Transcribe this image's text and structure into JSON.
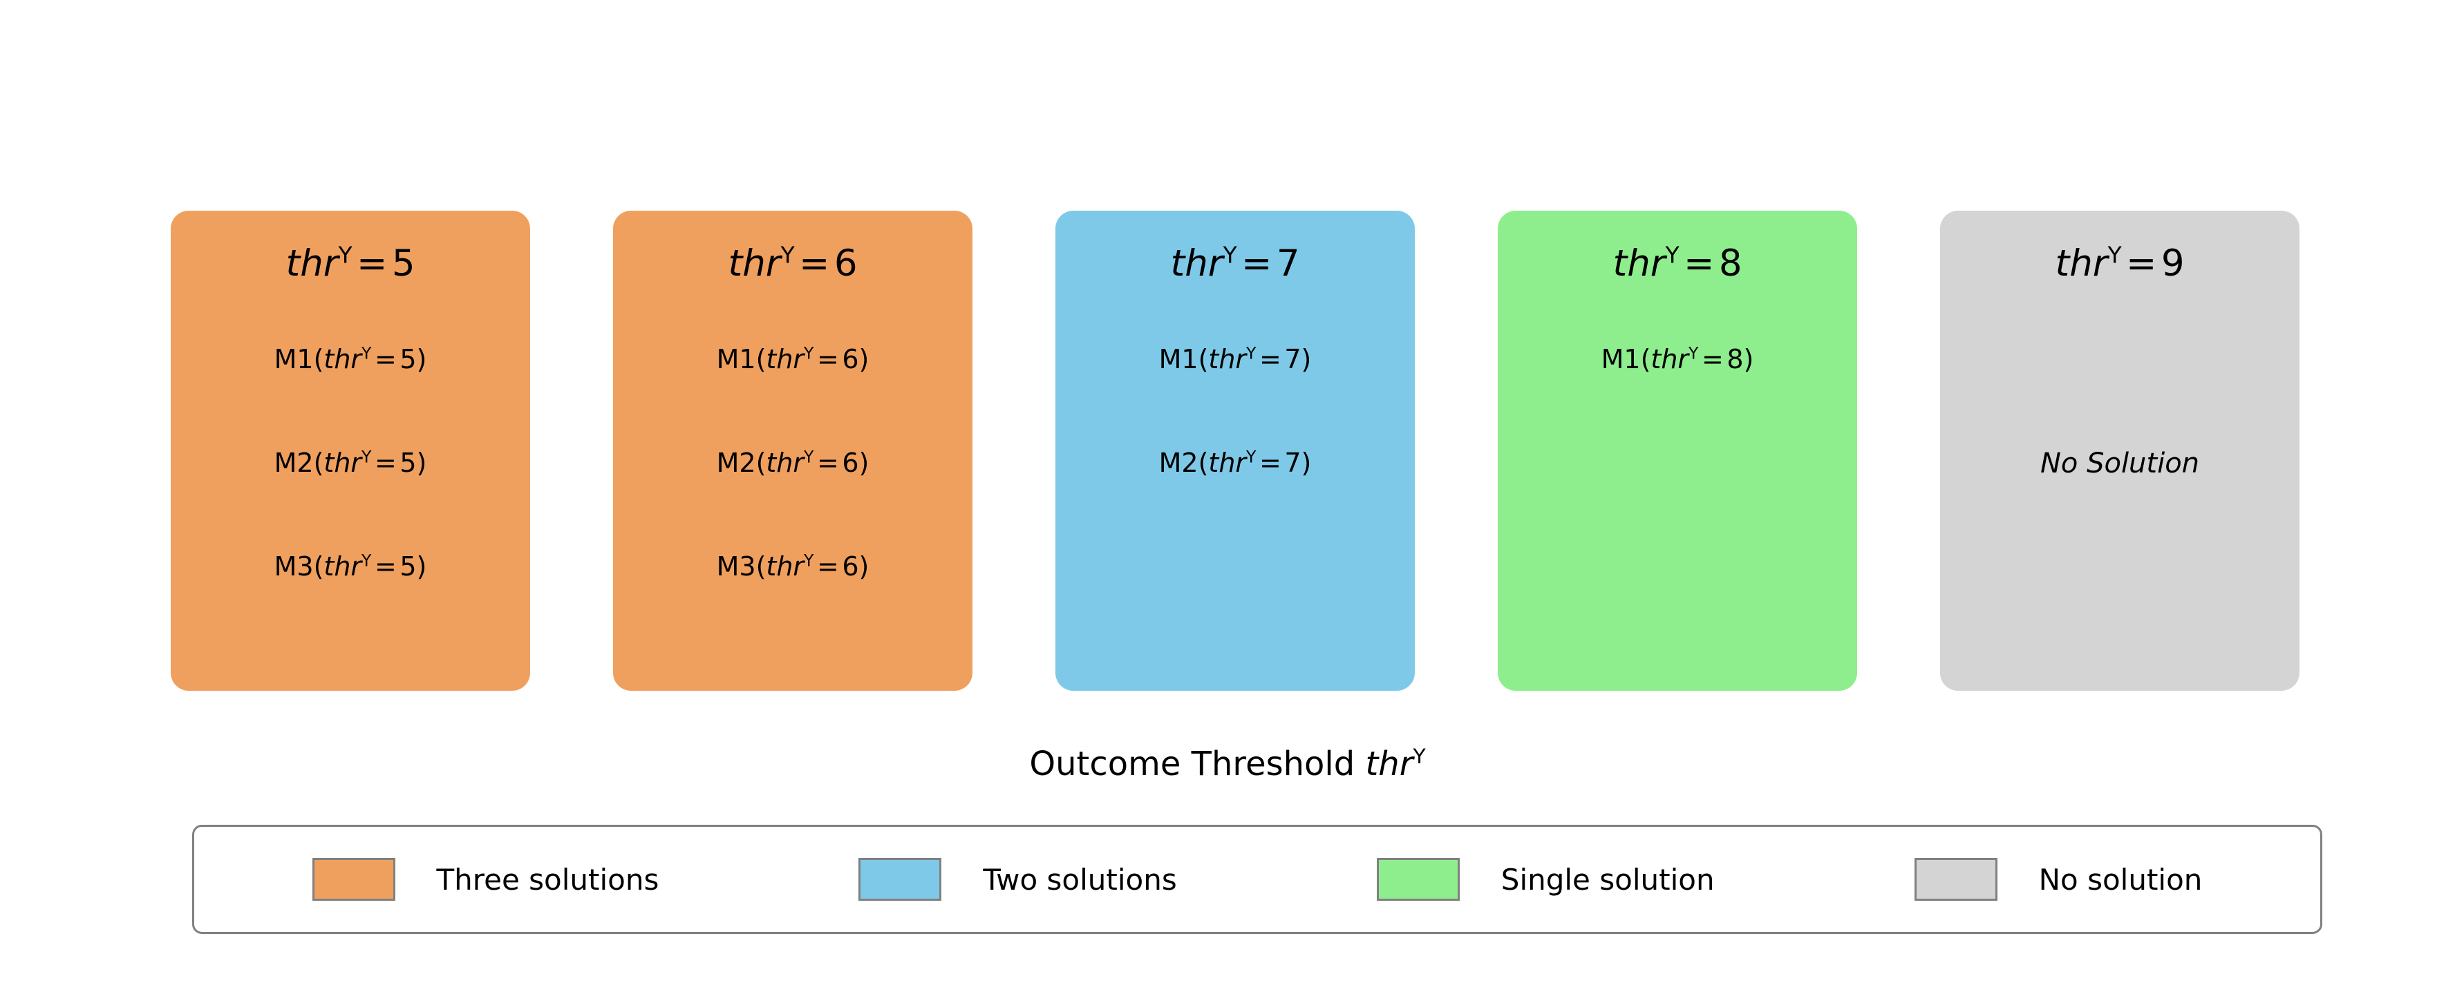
{
  "figure": {
    "axis_label": {
      "text": "Outcome Threshold ",
      "symbol": "thr",
      "superscript": "Y"
    },
    "symbol": "thr",
    "superscript": "Y",
    "equals": "=",
    "no_solution_text": "No Solution"
  },
  "chart_data": {
    "type": "table",
    "title": "",
    "xlabel": "Outcome Threshold thr^Y",
    "ylabel": "",
    "categories": [
      "thr^Y = 5",
      "thr^Y = 6",
      "thr^Y = 7",
      "thr^Y = 8",
      "thr^Y = 9"
    ],
    "values": [
      3,
      3,
      2,
      1,
      0
    ],
    "legend_position": "bottom",
    "grid": false,
    "columns": [
      {
        "index": 0,
        "threshold": 5,
        "title": "thr^Y = 5",
        "title_prefix": "thr",
        "title_sup": "Y",
        "title_value": "5",
        "solution_count": 3,
        "category": "Three solutions",
        "color": "#f0a05e",
        "items": [
          {
            "model": "M1",
            "label_prefix": "M1(",
            "label_sym": "thr",
            "label_sup": "Y",
            "label_value": "5",
            "label_suffix": ")"
          },
          {
            "model": "M2",
            "label_prefix": "M2(",
            "label_sym": "thr",
            "label_sup": "Y",
            "label_value": "5",
            "label_suffix": ")"
          },
          {
            "model": "M3",
            "label_prefix": "M3(",
            "label_sym": "thr",
            "label_sup": "Y",
            "label_value": "5",
            "label_suffix": ")"
          }
        ],
        "no_solution": false
      },
      {
        "index": 1,
        "threshold": 6,
        "title": "thr^Y = 6",
        "title_prefix": "thr",
        "title_sup": "Y",
        "title_value": "6",
        "solution_count": 3,
        "category": "Three solutions",
        "color": "#f0a05e",
        "items": [
          {
            "model": "M1",
            "label_prefix": "M1(",
            "label_sym": "thr",
            "label_sup": "Y",
            "label_value": "6",
            "label_suffix": ")"
          },
          {
            "model": "M2",
            "label_prefix": "M2(",
            "label_sym": "thr",
            "label_sup": "Y",
            "label_value": "6",
            "label_suffix": ")"
          },
          {
            "model": "M3",
            "label_prefix": "M3(",
            "label_sym": "thr",
            "label_sup": "Y",
            "label_value": "6",
            "label_suffix": ")"
          }
        ],
        "no_solution": false
      },
      {
        "index": 2,
        "threshold": 7,
        "title": "thr^Y = 7",
        "title_prefix": "thr",
        "title_sup": "Y",
        "title_value": "7",
        "solution_count": 2,
        "category": "Two solutions",
        "color": "#7fc9e8",
        "items": [
          {
            "model": "M1",
            "label_prefix": "M1(",
            "label_sym": "thr",
            "label_sup": "Y",
            "label_value": "7",
            "label_suffix": ")"
          },
          {
            "model": "M2",
            "label_prefix": "M2(",
            "label_sym": "thr",
            "label_sup": "Y",
            "label_value": "7",
            "label_suffix": ")"
          }
        ],
        "no_solution": false
      },
      {
        "index": 3,
        "threshold": 8,
        "title": "thr^Y = 8",
        "title_prefix": "thr",
        "title_sup": "Y",
        "title_value": "8",
        "solution_count": 1,
        "category": "Single solution",
        "color": "#8eee8e",
        "items": [
          {
            "model": "M1",
            "label_prefix": "M1(",
            "label_sym": "thr",
            "label_sup": "Y",
            "label_value": "8",
            "label_suffix": ")"
          }
        ],
        "no_solution": false
      },
      {
        "index": 4,
        "threshold": 9,
        "title": "thr^Y = 9",
        "title_prefix": "thr",
        "title_sup": "Y",
        "title_value": "9",
        "solution_count": 0,
        "category": "No solution",
        "color": "#d4d4d4",
        "items": [],
        "no_solution": true,
        "no_solution_label": "No Solution"
      }
    ]
  },
  "legend": {
    "entries": [
      {
        "label": "Three solutions",
        "color": "#f0a05e"
      },
      {
        "label": "Two solutions",
        "color": "#7fc9e8"
      },
      {
        "label": "Single solution",
        "color": "#8eee8e"
      },
      {
        "label": "No solution",
        "color": "#d4d4d4"
      }
    ],
    "border_color": "#808080"
  }
}
